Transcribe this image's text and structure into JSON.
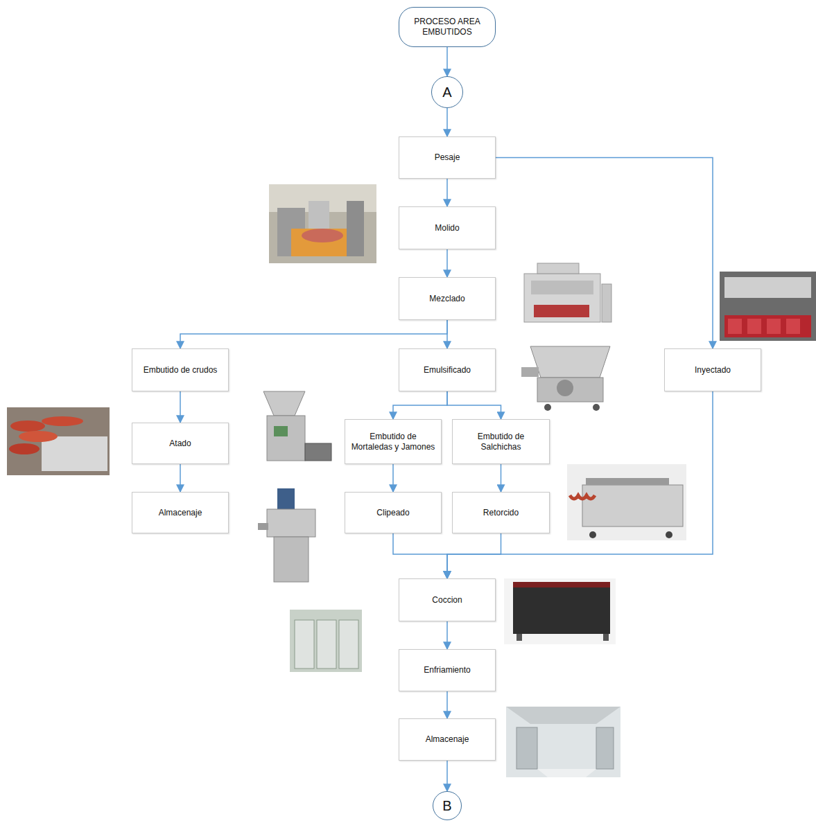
{
  "diagram": {
    "nodes": [
      {
        "text": [
          "PROCESO AREA EMBUTIDOS"
        ]
      },
      {
        "text": [
          "A"
        ]
      },
      {
        "text": [
          "Pesaje"
        ]
      },
      {
        "text": [
          "Molido"
        ]
      },
      {
        "text": [
          "Mezclado"
        ]
      },
      {
        "text": [
          "Embutido de crudos"
        ]
      },
      {
        "text": [
          "Emulsificado"
        ]
      },
      {
        "text": [
          "Inyectado"
        ]
      },
      {
        "text": [
          "Atado"
        ]
      },
      {
        "text": [
          "Embutido de Mortaledas y Jamones"
        ]
      },
      {
        "text": [
          "Embutido de Salchichas"
        ]
      },
      {
        "text": [
          "Almacenaje"
        ]
      },
      {
        "text": [
          "Clipeado"
        ]
      },
      {
        "text": [
          "Retorcido"
        ]
      },
      {
        "text": [
          "Coccion"
        ]
      },
      {
        "text": [
          "Enfriamiento"
        ]
      },
      {
        "text": [
          "Almacenaje"
        ]
      },
      {
        "text": [
          "B"
        ]
      }
    ],
    "edges": [
      {
        "from": 0,
        "to": 1,
        "arrow": "to"
      },
      {
        "from": 1,
        "to": 2,
        "arrow": "to"
      },
      {
        "from": 2,
        "to": 3,
        "arrow": "to"
      },
      {
        "from": 2,
        "to": 7,
        "arrow": "to"
      },
      {
        "from": 3,
        "to": 4,
        "arrow": "to"
      },
      {
        "from": 4,
        "to": 5,
        "arrow": "to"
      },
      {
        "from": 4,
        "to": 6,
        "arrow": "to"
      },
      {
        "from": 5,
        "to": 8,
        "arrow": "to"
      },
      {
        "from": 8,
        "to": 11,
        "arrow": "to"
      },
      {
        "from": 6,
        "to": 9,
        "arrow": "to"
      },
      {
        "from": 6,
        "to": 10,
        "arrow": "to"
      },
      {
        "from": 9,
        "to": 12,
        "arrow": "to"
      },
      {
        "from": 10,
        "to": 13,
        "arrow": "to"
      },
      {
        "from": 12,
        "to": 14,
        "arrow": "to"
      },
      {
        "from": 13,
        "to": 14,
        "arrow": "to"
      },
      {
        "from": 7,
        "to": 14,
        "arrow": "to"
      },
      {
        "from": 14,
        "to": 15,
        "arrow": "to"
      },
      {
        "from": 15,
        "to": 16,
        "arrow": "to"
      },
      {
        "from": 16,
        "to": 17,
        "arrow": "to"
      }
    ]
  }
}
